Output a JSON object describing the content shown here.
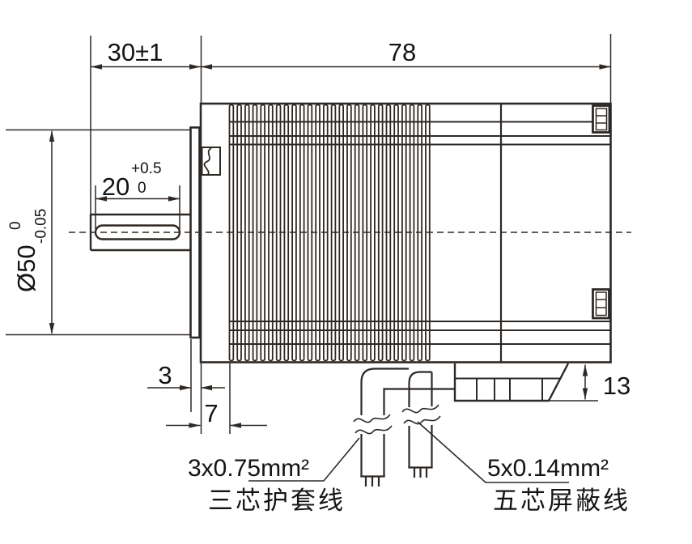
{
  "drawing": {
    "type": "engineering-dimension-drawing",
    "dimensions": {
      "shaft_section_length": "30±1",
      "body_length": "78",
      "diameter_value": "Ø50",
      "diameter_tol_upper": "0",
      "diameter_tol_lower": "-0.05",
      "key_length": "20",
      "key_tol_upper": "+0.5",
      "key_tol_lower": "0",
      "flange_thickness": "3",
      "pilot_depth": "7",
      "connector_height": "13"
    },
    "cables": {
      "cable3_spec": "3x0.75mm²",
      "cable3_label": "三芯护套线",
      "cable5_spec": "5x0.14mm²",
      "cable5_label": "五芯屏蔽线"
    },
    "colors": {
      "line": "#2e2824",
      "text": "#141416",
      "background": "#ffffff"
    }
  }
}
